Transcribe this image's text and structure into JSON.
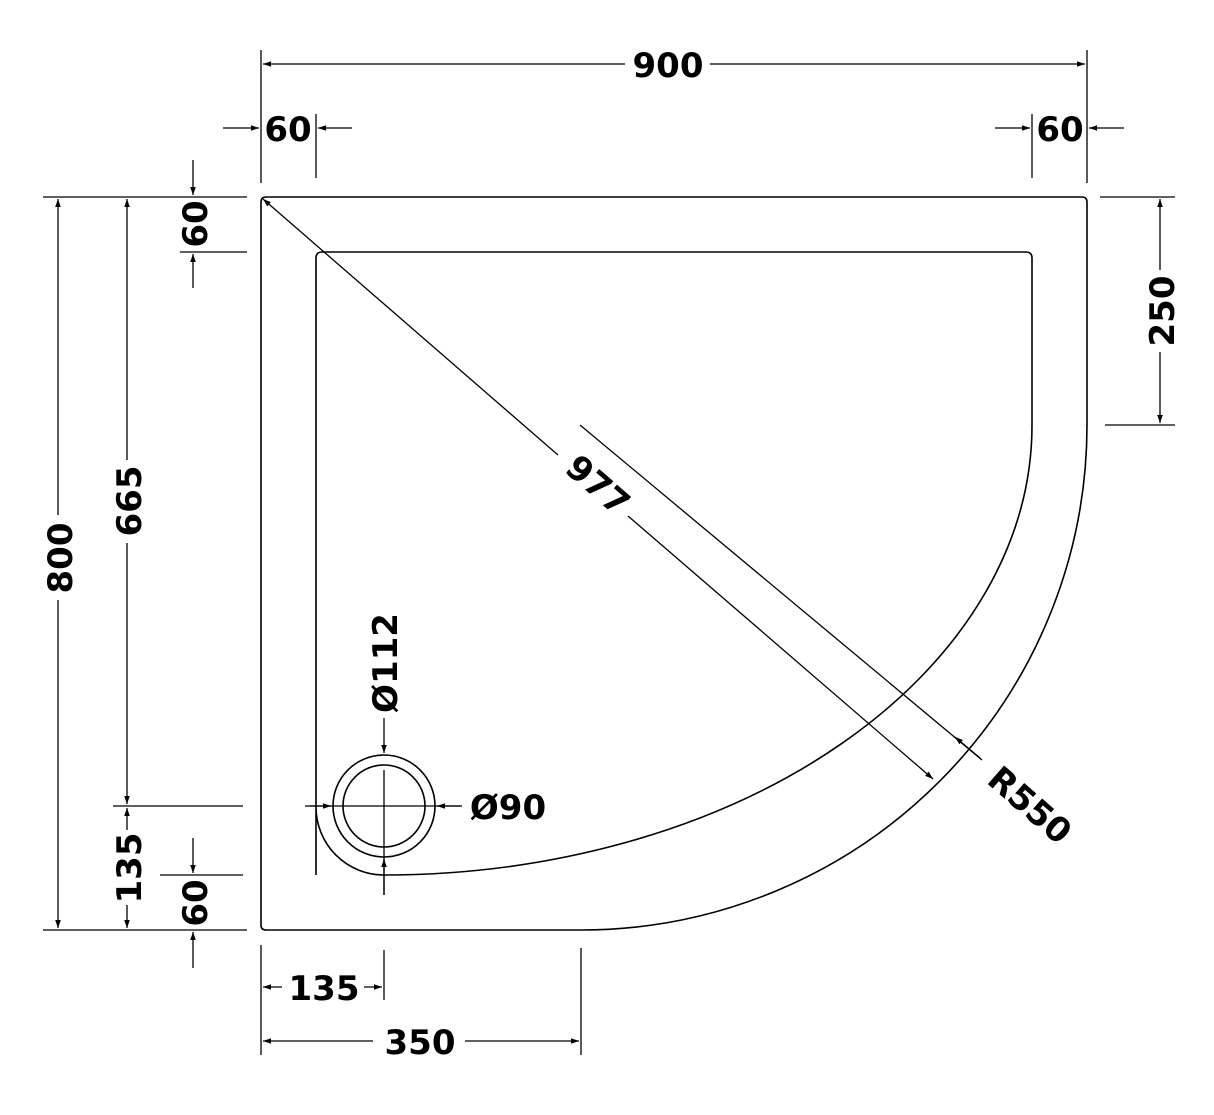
{
  "drawing": {
    "title": "Quadrant shower tray dimension drawing",
    "units": "mm",
    "line_color": "#000000",
    "background": "#ffffff"
  },
  "dimensions": {
    "overall_width": "900",
    "left_rim_width": "60",
    "right_rim_width": "60",
    "top_rim_depth": "60",
    "straight_side_length": "250",
    "overall_depth": "800",
    "waste_from_top": "665",
    "waste_from_bottom": "135",
    "bottom_rim_depth": "60",
    "waste_from_left": "135",
    "bottom_straight_length": "350",
    "diagonal": "977",
    "radius": "R550",
    "waste_outer_diameter": "Ø112",
    "waste_inner_diameter": "Ø90"
  }
}
